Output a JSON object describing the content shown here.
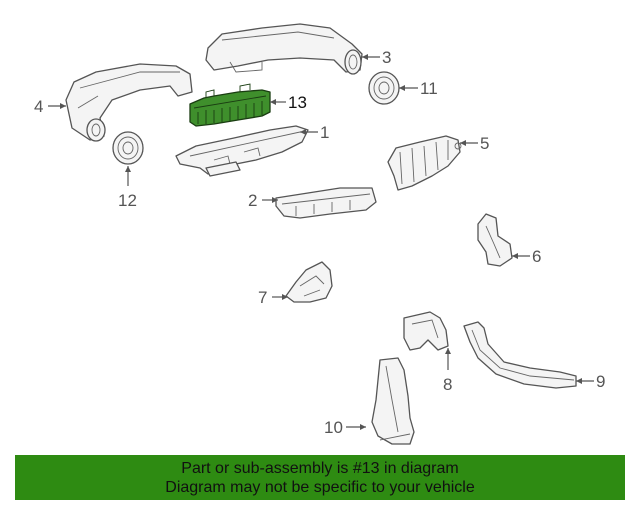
{
  "callouts": {
    "p1": "1",
    "p2": "2",
    "p3": "3",
    "p4": "4",
    "p5": "5",
    "p6": "6",
    "p7": "7",
    "p8": "8",
    "p9": "9",
    "p10": "10",
    "p11": "11",
    "p12": "12",
    "p13": "13"
  },
  "highlighted_part": "13",
  "colors": {
    "highlight": "#3f8f2c",
    "banner": "#2e8b12",
    "line": "#555555"
  },
  "banner": {
    "line1": "Part or sub-assembly is #13 in diagram",
    "line2": "Diagram may not be specific to your vehicle"
  }
}
